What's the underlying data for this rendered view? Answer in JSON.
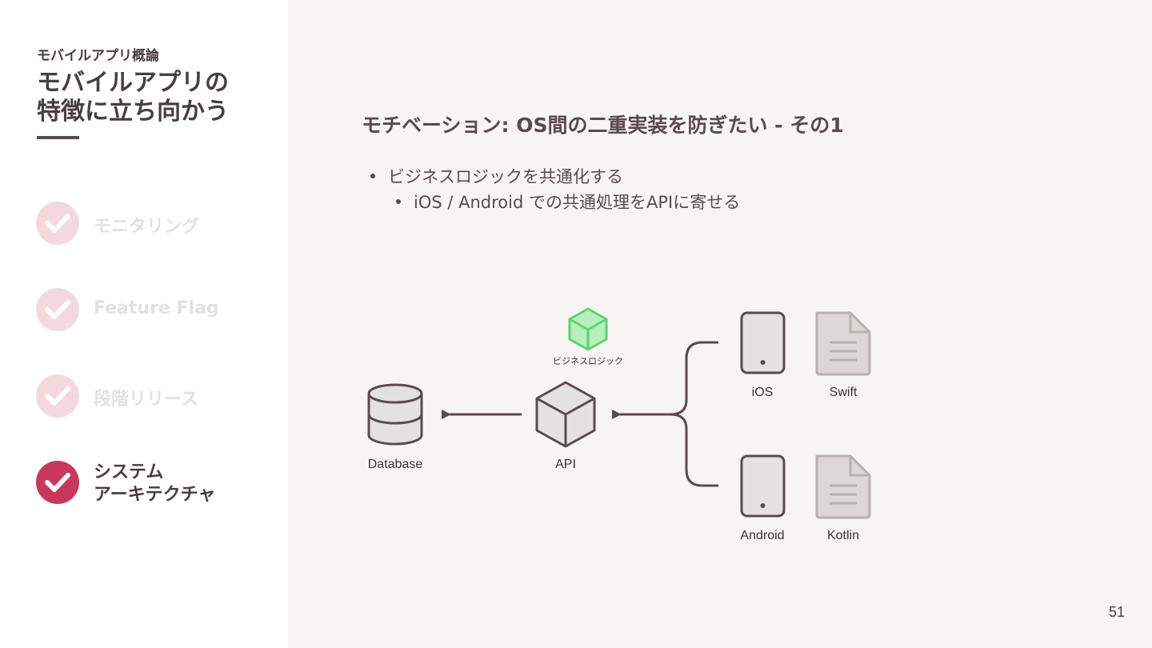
{
  "sidebar": {
    "course": "モバイルアプリ概論",
    "title_lines": [
      "モバイルアプリの",
      "特徴に立ち向かう"
    ],
    "items": [
      {
        "label": "モニタリング",
        "active": false
      },
      {
        "label": "Feature Flag",
        "active": false
      },
      {
        "label": "段階リリース",
        "active": false
      },
      {
        "label_lines": [
          "システム",
          "アーキテクチャ"
        ],
        "active": true
      }
    ]
  },
  "main": {
    "heading": "モチベーション: OS間の二重実装を防ぎたい - その1",
    "bullets": [
      {
        "text": "ビジネスロジックを共通化する",
        "level": 1
      },
      {
        "text": "iOS / Android での共通処理をAPIに寄せる",
        "level": 2
      }
    ]
  },
  "diagram": {
    "nodes": {
      "database": "Database",
      "api": "API",
      "business_logic": "ビジネスロジック",
      "ios": "iOS",
      "swift": "Swift",
      "android": "Android",
      "kotlin": "Kotlin"
    },
    "colors": {
      "stroke": "#5b4a4d",
      "fill": "#e3e1e1",
      "doc_fill": "#dcd7d5",
      "doc_stroke": "#b9b0ad",
      "logic": "#5ed26e",
      "logic_fill": "#b8efbf"
    }
  },
  "page_number": "51"
}
